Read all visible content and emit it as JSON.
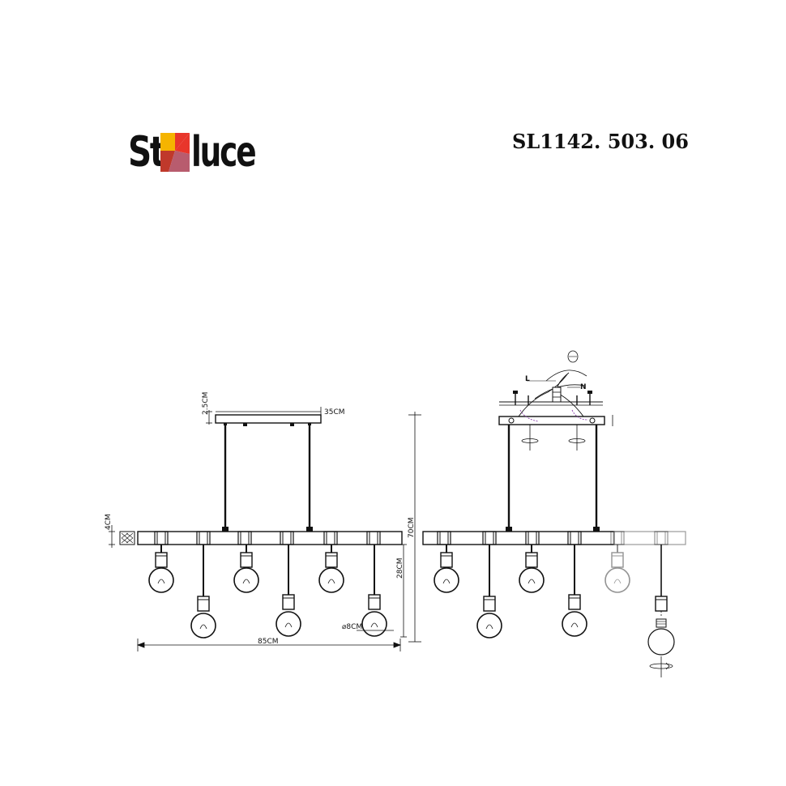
{
  "brand": {
    "logo_text_left": "St",
    "logo_text_right": "luce",
    "logo_colors": [
      "#f5b400",
      "#e8362b",
      "#c0392b",
      "#b85c6e"
    ]
  },
  "model_number": "SL1142. 503. 06",
  "dimensions": {
    "canopy_height": "2.5CM",
    "canopy_length": "35CM",
    "beam_height": "4CM",
    "drop_length": "28CM",
    "total_height": "70CM",
    "total_length": "85CM",
    "bulb_diameter": "⌀8CM"
  },
  "wiring": {
    "live_label": "L",
    "neutral_label": "N"
  },
  "colors": {
    "line": "#111111",
    "ghost": "#9a9a9a"
  }
}
